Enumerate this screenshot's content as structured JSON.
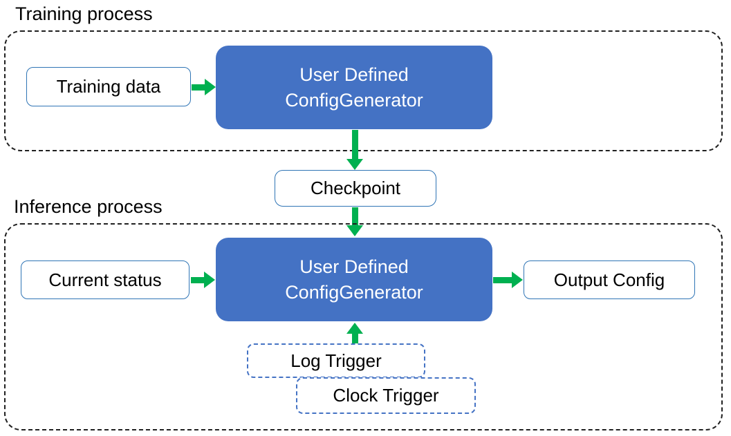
{
  "colors": {
    "box_fill": "#4472C4",
    "box_text": "#ffffff",
    "outline_border": "#2E74B5",
    "arrow": "#00B050",
    "container_border": "#1f1f1f",
    "trigger_border": "#4472C4",
    "text": "#000000",
    "bg": "#ffffff"
  },
  "training": {
    "label": "Training process",
    "input_box": "Training data",
    "generator_line1": "User Defined",
    "generator_line2": "ConfigGenerator"
  },
  "checkpoint": {
    "label": "Checkpoint"
  },
  "inference": {
    "label": "Inference process",
    "input_box": "Current status",
    "generator_line1": "User Defined",
    "generator_line2": "ConfigGenerator",
    "output_box": "Output Config",
    "log_trigger": "Log Trigger",
    "clock_trigger": "Clock Trigger"
  }
}
